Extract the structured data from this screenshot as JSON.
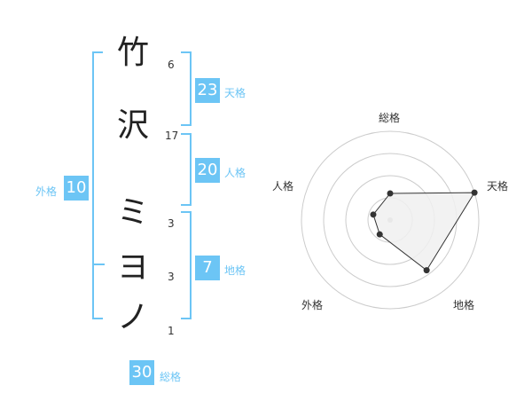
{
  "name": {
    "chars": [
      {
        "char": "竹",
        "strokes": "6"
      },
      {
        "char": "沢",
        "strokes": "17"
      },
      {
        "char": "ミ",
        "strokes": "3"
      },
      {
        "char": "ヨ",
        "strokes": "3"
      },
      {
        "char": "ノ",
        "strokes": "1"
      }
    ]
  },
  "fortunes": {
    "tenkaku": {
      "value": "23",
      "label": "天格"
    },
    "jinkaku": {
      "value": "20",
      "label": "人格"
    },
    "chikaku": {
      "value": "7",
      "label": "地格"
    },
    "gaikaku": {
      "value": "10",
      "label": "外格"
    },
    "soukaku": {
      "value": "30",
      "label": "総格"
    }
  },
  "chart_data": {
    "type": "radar",
    "axes": [
      "総格",
      "天格",
      "地格",
      "外格",
      "人格"
    ],
    "values": [
      1.5,
      5,
      3.5,
      1,
      1
    ],
    "max": 5,
    "rings": 4
  },
  "colors": {
    "accent": "#6cc5f5",
    "radar_fill": "#f0f0f0",
    "radar_line": "#333333"
  }
}
